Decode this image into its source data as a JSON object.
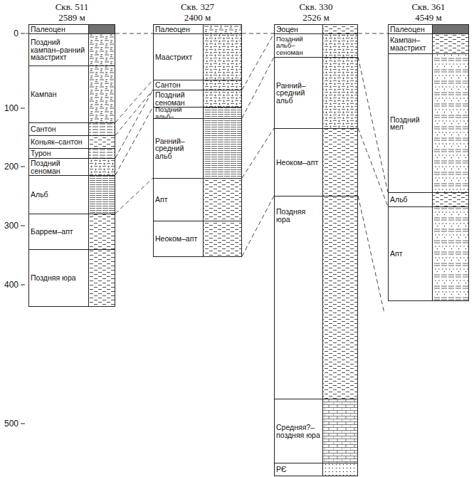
{
  "diagram": {
    "nodes": [
      {
        "text": [
          "Скв. 511",
          "2589 м"
        ]
      },
      {
        "text": [
          "Палеоцен"
        ],
        "in": 0
      },
      {
        "text": [
          "Поздний кампан–ранний маастрихт"
        ],
        "in": 0
      },
      {
        "text": [
          "Кампан"
        ],
        "in": 0
      },
      {
        "text": [
          "Сантон"
        ],
        "in": 0
      },
      {
        "text": [
          "Коньяк–сантон"
        ],
        "in": 0
      },
      {
        "text": [
          "Турон"
        ],
        "in": 0
      },
      {
        "text": [
          "Поздний сеноман"
        ],
        "in": 0
      },
      {
        "text": [
          "Альб"
        ],
        "in": 0
      },
      {
        "text": [
          "Баррем–апт"
        ],
        "in": 0
      },
      {
        "text": [
          "Поздняя юра"
        ],
        "in": 0
      },
      {
        "text": [
          "Скв. 327",
          "2400 м"
        ]
      },
      {
        "text": [
          "Палеоцен"
        ],
        "in": 11
      },
      {
        "text": [
          "Маастрихт"
        ],
        "in": 11
      },
      {
        "text": [
          "Сантон"
        ],
        "in": 11
      },
      {
        "text": [
          "Поздний сеноман"
        ],
        "in": 11
      },
      {
        "text": [
          "Поздний альб–"
        ],
        "in": 11
      },
      {
        "text": [
          "Ранний–средний альб"
        ],
        "in": 11
      },
      {
        "text": [
          "Апт"
        ],
        "in": 11
      },
      {
        "text": [
          "Неоком–апт"
        ],
        "in": 11
      },
      {
        "text": [
          "Скв. 330",
          "2526 м"
        ]
      },
      {
        "text": [
          "Эоцен"
        ],
        "in": 20
      },
      {
        "text": [
          "Поздний альб–сеноман"
        ],
        "in": 20
      },
      {
        "text": [
          "Ранний–средний альб"
        ],
        "in": 20
      },
      {
        "text": [
          "Неоком–апт"
        ],
        "in": 20
      },
      {
        "text": [
          "Поздняя юра"
        ],
        "in": 20
      },
      {
        "text": [
          "Средняя?–поздняя юра"
        ],
        "in": 20
      },
      {
        "text": [
          "PЄ"
        ],
        "in": 20
      },
      {
        "text": [
          "Скв. 361",
          "4549 м"
        ]
      },
      {
        "text": [
          "Палеоцен"
        ],
        "in": 28
      },
      {
        "text": [
          "Кампан–маастрихт"
        ],
        "in": 28
      },
      {
        "text": [
          "Поздний мел"
        ],
        "in": 28
      },
      {
        "text": [
          "Альб"
        ],
        "in": 28
      },
      {
        "text": [
          "Апт"
        ],
        "in": 28
      }
    ],
    "labels": [
      "0",
      "100",
      "200",
      "300",
      "400",
      "500"
    ]
  }
}
